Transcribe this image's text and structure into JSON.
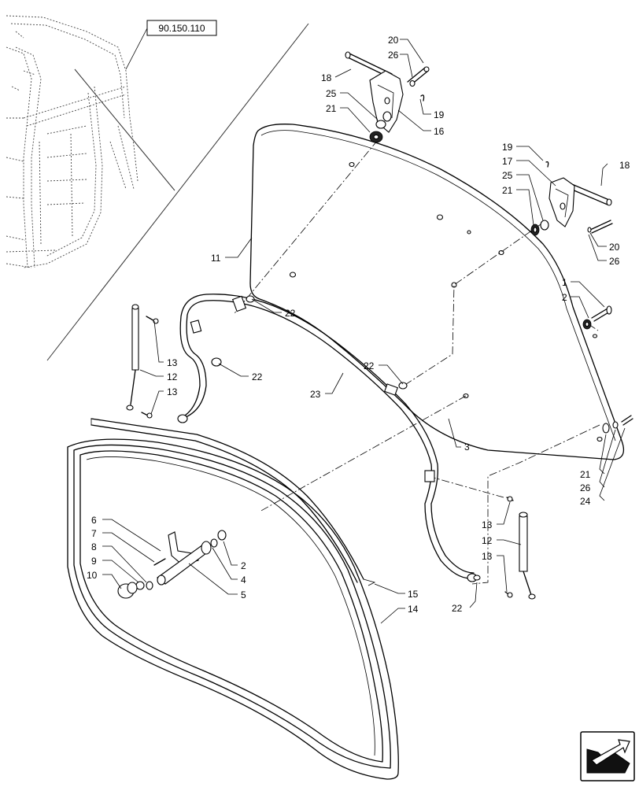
{
  "diagram": {
    "reference_label": "90.150.110",
    "callouts": [
      {
        "id": "c20a",
        "text": "20"
      },
      {
        "id": "c26a",
        "text": "26"
      },
      {
        "id": "c18a",
        "text": "18"
      },
      {
        "id": "c25a",
        "text": "25"
      },
      {
        "id": "c21a",
        "text": "21"
      },
      {
        "id": "c19a",
        "text": "19"
      },
      {
        "id": "c16",
        "text": "16"
      },
      {
        "id": "c19b",
        "text": "19"
      },
      {
        "id": "c17",
        "text": "17"
      },
      {
        "id": "c18b",
        "text": "18"
      },
      {
        "id": "c25b",
        "text": "25"
      },
      {
        "id": "c21b",
        "text": "21"
      },
      {
        "id": "c20b",
        "text": "20"
      },
      {
        "id": "c26b",
        "text": "26"
      },
      {
        "id": "c11",
        "text": "11"
      },
      {
        "id": "c1",
        "text": "1"
      },
      {
        "id": "c2a",
        "text": "2"
      },
      {
        "id": "c22a",
        "text": "22"
      },
      {
        "id": "c13a",
        "text": "13"
      },
      {
        "id": "c22b",
        "text": "22"
      },
      {
        "id": "c12a",
        "text": "12"
      },
      {
        "id": "c13b",
        "text": "13"
      },
      {
        "id": "c22c",
        "text": "22"
      },
      {
        "id": "c23",
        "text": "23"
      },
      {
        "id": "c3",
        "text": "3"
      },
      {
        "id": "c21c",
        "text": "21"
      },
      {
        "id": "c26c",
        "text": "26"
      },
      {
        "id": "c24",
        "text": "24"
      },
      {
        "id": "c6",
        "text": "6"
      },
      {
        "id": "c7",
        "text": "7"
      },
      {
        "id": "c8",
        "text": "8"
      },
      {
        "id": "c9",
        "text": "9"
      },
      {
        "id": "c10",
        "text": "10"
      },
      {
        "id": "c2b",
        "text": "2"
      },
      {
        "id": "c4",
        "text": "4"
      },
      {
        "id": "c5",
        "text": "5"
      },
      {
        "id": "c13c",
        "text": "13"
      },
      {
        "id": "c12b",
        "text": "12"
      },
      {
        "id": "c13d",
        "text": "13"
      },
      {
        "id": "c15",
        "text": "15"
      },
      {
        "id": "c14",
        "text": "14"
      },
      {
        "id": "c22d",
        "text": "22"
      }
    ],
    "icons": {
      "nav": "next-page-arrow-icon"
    }
  }
}
